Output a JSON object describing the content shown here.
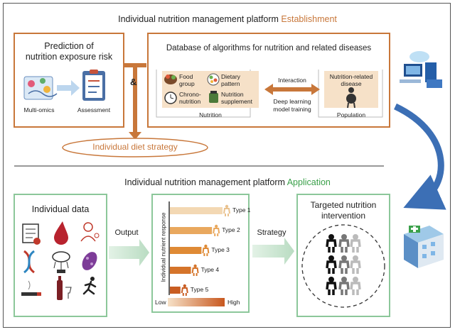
{
  "establishment": {
    "title_prefix": "Individual nutrition management platform ",
    "title_highlight": "Establishment",
    "highlight_color": "#c8773a",
    "prediction_box": {
      "title_line1": "Prediction of",
      "title_line2": "nutrition exposure risk",
      "label_multiomics": "Multi-omics",
      "label_assessment": "Assessment"
    },
    "ampersand": "&",
    "database_box": {
      "title": "Database of algorithms for nutrition and related diseases",
      "items": [
        "Food group",
        "Dietary pattern",
        "Chrono-nutrition",
        "Nutrition supplement"
      ],
      "nutrition_label": "Nutrition",
      "interaction_label": "Interaction",
      "deep_learning_line1": "Deep learning",
      "deep_learning_line2": "model training",
      "disease_label_line1": "Nutrition-related",
      "disease_label_line2": "disease",
      "population_label": "Population"
    },
    "diet_strategy": "Individual diet strategy"
  },
  "application": {
    "title_prefix": "Individual nutrition management platform ",
    "title_highlight": "Application",
    "highlight_color": "#3aa04a",
    "individual_data_title": "Individual data",
    "output_label": "Output",
    "strategy_label": "Strategy",
    "chart_data": {
      "type": "bar",
      "orientation": "horizontal",
      "ylabel": "Individual nutrient response",
      "categories": [
        "Type 1",
        "Type 2",
        "Type 3",
        "Type 4",
        "Type 5"
      ],
      "values": [
        5,
        4,
        3,
        2,
        1
      ],
      "colors": [
        "#f3d8b3",
        "#e9a85e",
        "#df8a35",
        "#d5742a",
        "#c95d22"
      ],
      "scale_low": "Low",
      "scale_high": "High"
    },
    "intervention_title_line1": "Targeted nutrition",
    "intervention_title_line2": "intervention"
  },
  "colors": {
    "orange_border": "#c8773a",
    "green_border": "#8cc79a",
    "blue_arrow": "#3c6fb5"
  }
}
